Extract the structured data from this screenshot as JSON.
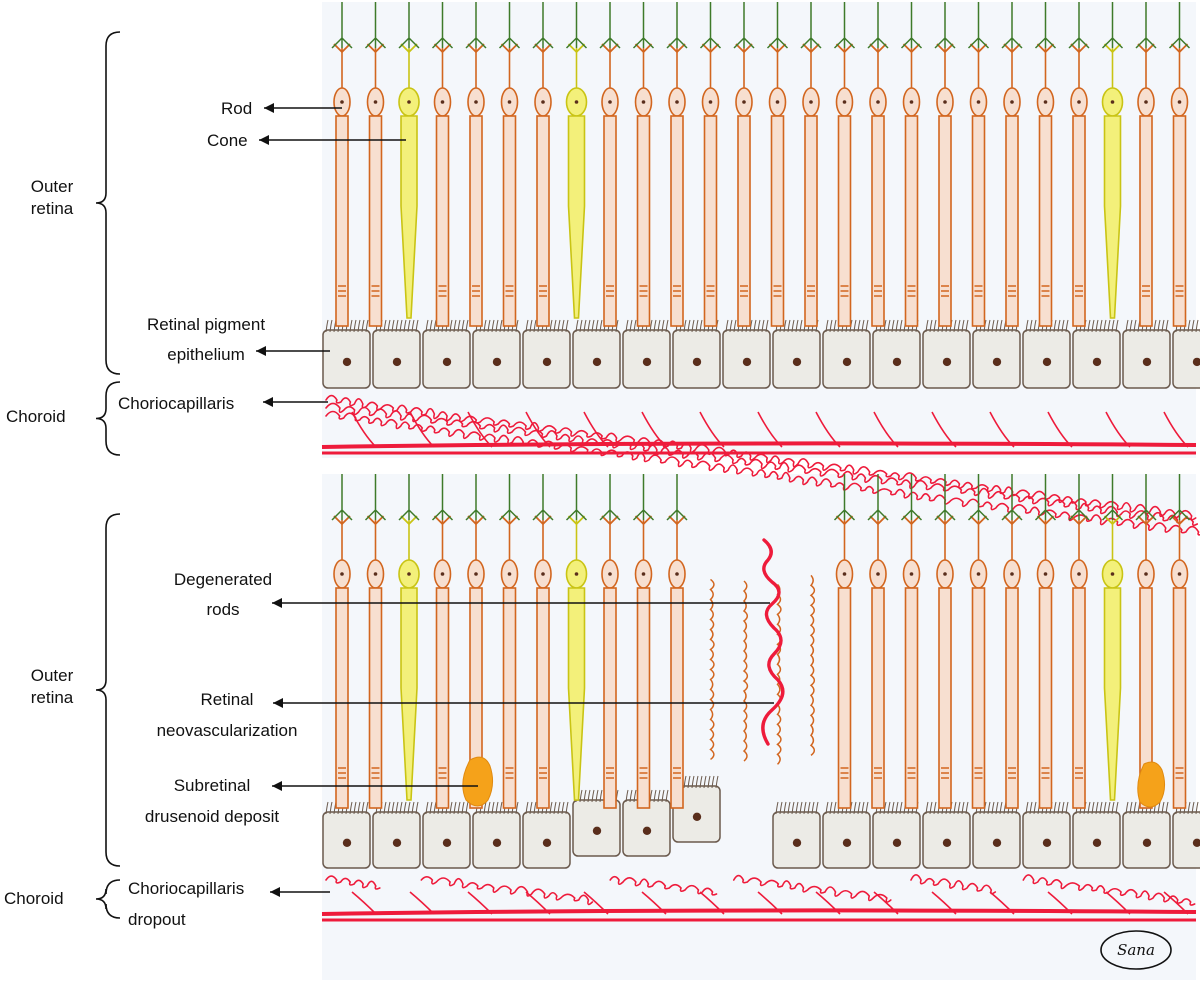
{
  "colors": {
    "rod": "#d2661f",
    "rod_fill": "#f7dfd0",
    "cone": "#c9c414",
    "cone_fill": "#f3f07a",
    "dendrite": "#3e7a2a",
    "rpe_outline": "#6b5a4d",
    "rpe_fill": "#ecebe6",
    "nucleus": "#5a2e1c",
    "vessel": "#ee1b3b",
    "deposit": "#f5a21a",
    "tissue_bg": "#f4f7fb"
  },
  "panels": {
    "top": {
      "brackets": {
        "outer_retina": "Outer\nretina",
        "choroid": "Choroid"
      },
      "labels": {
        "rod": "Rod",
        "cone": "Cone",
        "rpe": "Retinal pigment\nepithelium",
        "choriocapillaris": "Choriocapillaris"
      }
    },
    "bottom": {
      "brackets": {
        "outer_retina": "Outer\nretina",
        "choroid": "Choroid"
      },
      "labels": {
        "degenerated_rods": "Degenerated\nrods",
        "neovascularization": "Retinal\nneovascularization",
        "drusenoid": "Subretinal\ndrusenoid deposit",
        "dropout": "Choriocapillaris\ndropout"
      }
    }
  },
  "signature": "Sana"
}
